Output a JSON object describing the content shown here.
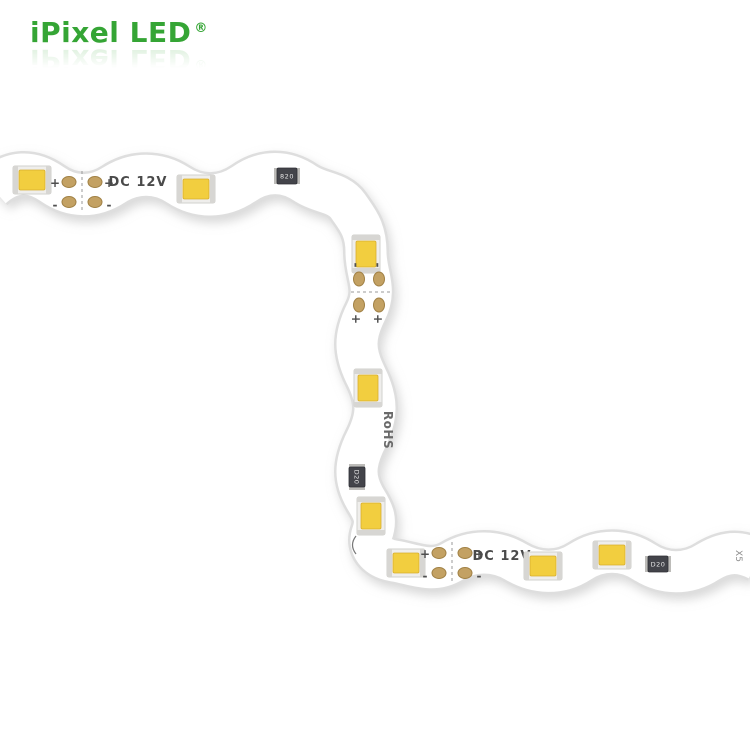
{
  "brand": {
    "name": "iPixel LED",
    "registered_mark": "®",
    "color": "#35a535"
  },
  "strip": {
    "print": {
      "voltage_label": "DC 12V",
      "rohs_label": "RoHS",
      "plus_mark": "+",
      "minus_mark": "-",
      "edge_mark": "X5"
    },
    "resistor_codes": [
      "820",
      "D20",
      "D20"
    ],
    "colors": {
      "pcb": "#ffffff",
      "pcb_edge": "#dedede",
      "led_phosphor": "#f2ce3f",
      "led_package": "#efeeec",
      "led_terminal": "#d7d6d3",
      "solder_pad": "#c3a163",
      "resistor_body": "#43444a",
      "print_text": "#4a4a4a"
    }
  }
}
